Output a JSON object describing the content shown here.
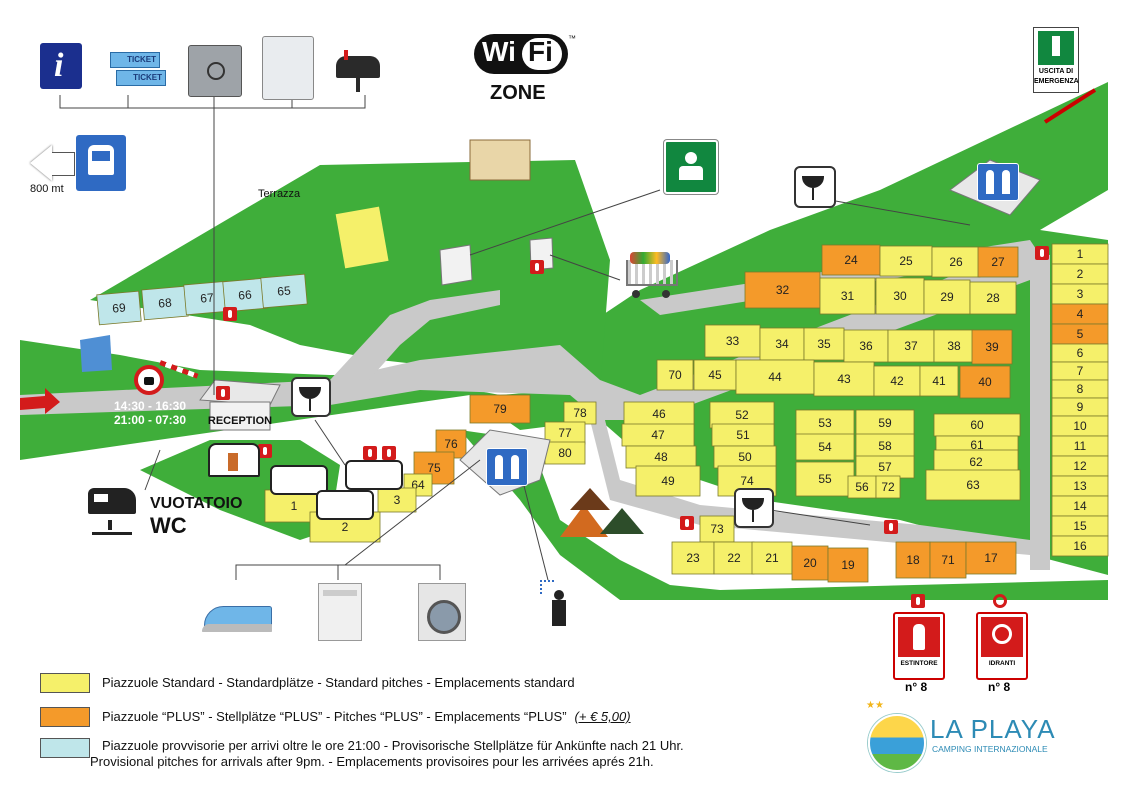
{
  "wifi": {
    "wi": "Wi",
    "fi": "Fi",
    "tm": "™",
    "zone": "ZONE"
  },
  "labels": {
    "terrazza": "Terrazza",
    "distance": "800 mt",
    "reception": "RECEPTION",
    "hours_1": "14:30 - 16:30",
    "hours_2": "21:00 - 07:30",
    "vuotatoio": "VUOTATOIO",
    "wc": "WC",
    "exit_1": "USCITA DI",
    "exit_2": "EMERGENZA",
    "ticket": "TICKET"
  },
  "pitches": [
    {
      "n": "69",
      "c": "light_blue"
    },
    {
      "n": "68",
      "c": "light_blue"
    },
    {
      "n": "67",
      "c": "light_blue"
    },
    {
      "n": "66",
      "c": "light_blue"
    },
    {
      "n": "65",
      "c": "light_blue"
    },
    {
      "n": "24",
      "c": "orange"
    },
    {
      "n": "25",
      "c": "yellow"
    },
    {
      "n": "26",
      "c": "yellow"
    },
    {
      "n": "27",
      "c": "orange"
    },
    {
      "n": "32",
      "c": "orange"
    },
    {
      "n": "31",
      "c": "yellow"
    },
    {
      "n": "30",
      "c": "yellow"
    },
    {
      "n": "29",
      "c": "yellow"
    },
    {
      "n": "28",
      "c": "yellow"
    },
    {
      "n": "33",
      "c": "yellow"
    },
    {
      "n": "34",
      "c": "yellow"
    },
    {
      "n": "35",
      "c": "yellow"
    },
    {
      "n": "36",
      "c": "yellow"
    },
    {
      "n": "37",
      "c": "yellow"
    },
    {
      "n": "38",
      "c": "yellow"
    },
    {
      "n": "39",
      "c": "orange"
    },
    {
      "n": "70",
      "c": "yellow"
    },
    {
      "n": "45",
      "c": "yellow"
    },
    {
      "n": "44",
      "c": "yellow"
    },
    {
      "n": "43",
      "c": "yellow"
    },
    {
      "n": "42",
      "c": "yellow"
    },
    {
      "n": "41",
      "c": "yellow"
    },
    {
      "n": "40",
      "c": "orange"
    },
    {
      "n": "79",
      "c": "orange"
    },
    {
      "n": "78",
      "c": "yellow"
    },
    {
      "n": "77",
      "c": "yellow"
    },
    {
      "n": "80",
      "c": "yellow"
    },
    {
      "n": "76",
      "c": "orange"
    },
    {
      "n": "75",
      "c": "orange"
    },
    {
      "n": "64",
      "c": "yellow"
    },
    {
      "n": "3",
      "c": "yellow"
    },
    {
      "n": "1",
      "c": "yellow"
    },
    {
      "n": "2",
      "c": "yellow"
    },
    {
      "n": "46",
      "c": "yellow"
    },
    {
      "n": "47",
      "c": "yellow"
    },
    {
      "n": "48",
      "c": "yellow"
    },
    {
      "n": "49",
      "c": "yellow"
    },
    {
      "n": "52",
      "c": "yellow"
    },
    {
      "n": "51",
      "c": "yellow"
    },
    {
      "n": "50",
      "c": "yellow"
    },
    {
      "n": "74",
      "c": "yellow"
    },
    {
      "n": "53",
      "c": "yellow"
    },
    {
      "n": "59",
      "c": "yellow"
    },
    {
      "n": "54",
      "c": "yellow"
    },
    {
      "n": "58",
      "c": "yellow"
    },
    {
      "n": "57",
      "c": "yellow"
    },
    {
      "n": "55",
      "c": "yellow"
    },
    {
      "n": "56",
      "c": "yellow"
    },
    {
      "n": "72",
      "c": "yellow"
    },
    {
      "n": "60",
      "c": "yellow"
    },
    {
      "n": "61",
      "c": "yellow"
    },
    {
      "n": "62",
      "c": "yellow"
    },
    {
      "n": "63",
      "c": "yellow"
    },
    {
      "n": "73",
      "c": "yellow"
    },
    {
      "n": "23",
      "c": "yellow"
    },
    {
      "n": "22",
      "c": "yellow"
    },
    {
      "n": "21",
      "c": "yellow"
    },
    {
      "n": "20",
      "c": "orange"
    },
    {
      "n": "19",
      "c": "orange"
    },
    {
      "n": "18",
      "c": "orange"
    },
    {
      "n": "71",
      "c": "orange"
    },
    {
      "n": "17",
      "c": "orange"
    },
    {
      "n": "1",
      "c": "yellow"
    },
    {
      "n": "2",
      "c": "yellow"
    },
    {
      "n": "3",
      "c": "yellow"
    },
    {
      "n": "4",
      "c": "orange"
    },
    {
      "n": "5",
      "c": "orange"
    },
    {
      "n": "6",
      "c": "yellow"
    },
    {
      "n": "7",
      "c": "yellow"
    },
    {
      "n": "8",
      "c": "yellow"
    },
    {
      "n": "9",
      "c": "yellow"
    },
    {
      "n": "10",
      "c": "yellow"
    },
    {
      "n": "11",
      "c": "yellow"
    },
    {
      "n": "12",
      "c": "yellow"
    },
    {
      "n": "13",
      "c": "yellow"
    },
    {
      "n": "14",
      "c": "yellow"
    },
    {
      "n": "15",
      "c": "yellow"
    },
    {
      "n": "16",
      "c": "yellow"
    }
  ],
  "colors": {
    "grass": "#3fae3a",
    "grass_light": "#6cc24a",
    "road": "#c9c9c9",
    "yellow": "#f5f06a",
    "orange": "#f49a2a",
    "light_blue": "#bfe6ea",
    "red": "#d31b1b"
  },
  "signs": {
    "extinguisher": {
      "label": "ESTINTORE",
      "count": "n° 8"
    },
    "hydrant": {
      "label": "IDRANTI",
      "count": "n° 8"
    }
  },
  "legend": {
    "standard": "Piazzuole Standard - Standardplätze - Standard pitches - Emplacements standard",
    "plus": "Piazzuole “PLUS” - Stellplätze “PLUS” - Pitches “PLUS” - Emplacements “PLUS”",
    "plus_price": "(+ € 5,00)",
    "provisional_1": "Piazzuole provvisorie per arrivi oltre le ore 21:00 - Provisorische Stellplätze für Ankünfte nach 21 Uhr.",
    "provisional_2": "Provisional pitches for arrivals after 9pm. - Emplacements provisoires pour les arrivées aprés 21h."
  },
  "brand": {
    "name": "LA PLAYA",
    "subtitle": "CAMPING INTERNAZIONALE",
    "stars": "★★"
  }
}
